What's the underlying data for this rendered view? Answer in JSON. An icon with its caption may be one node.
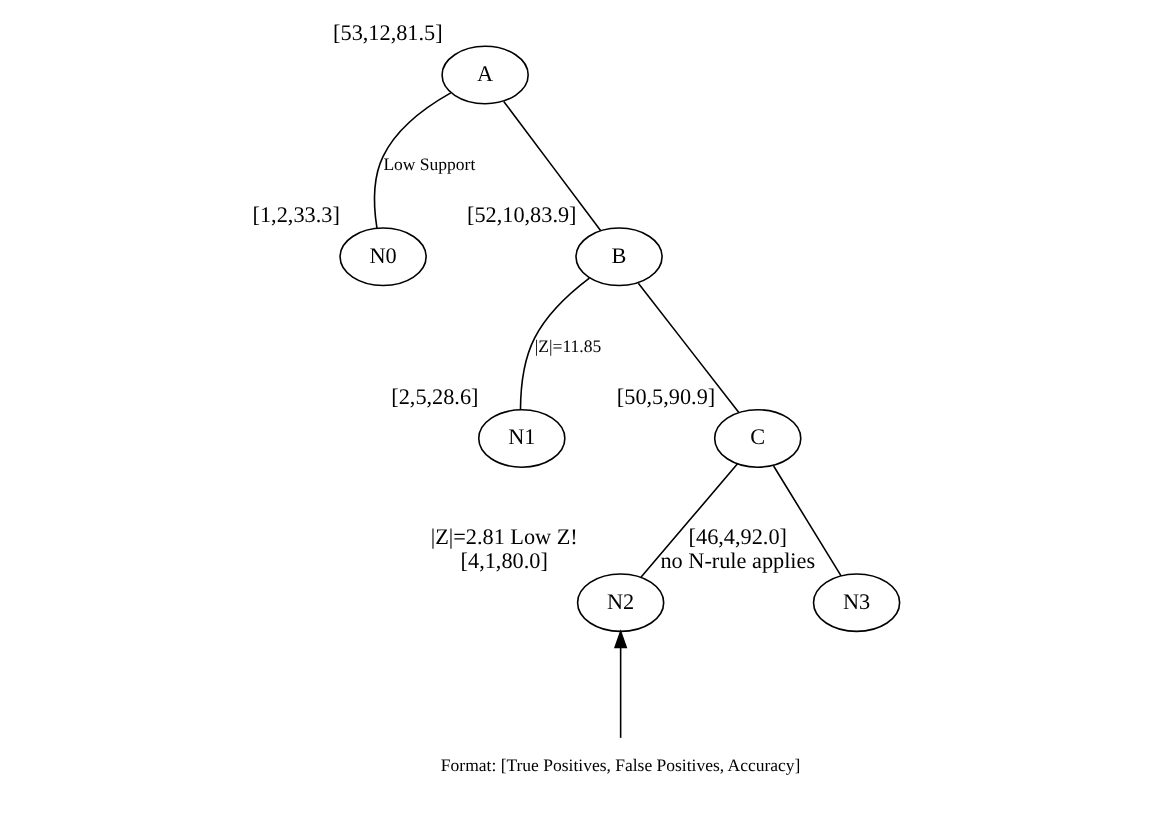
{
  "diagram": {
    "nodes": [
      {
        "text": [
          "A"
        ],
        "beside": [
          "[53,12,81.5]"
        ]
      },
      {
        "text": [
          "N0"
        ],
        "beside": [
          "[1,2,33.3]"
        ]
      },
      {
        "text": [
          "B"
        ],
        "beside": [
          "[52,10,83.9]"
        ]
      },
      {
        "text": [
          "N1"
        ],
        "beside": [
          "[2,5,28.6]"
        ]
      },
      {
        "text": [
          "C"
        ],
        "beside": [
          "[50,5,90.9]"
        ]
      },
      {
        "text": [
          "N2"
        ],
        "beside": [
          "|Z|=2.81 Low Z!",
          "[4,1,80.0]"
        ]
      },
      {
        "text": [
          "N3"
        ],
        "beside": [
          "[46,4,92.0]",
          "no N-rule applies"
        ]
      },
      {
        "text": [
          "Format: [True Positives, False Positives, Accuracy]"
        ]
      }
    ],
    "edges": [
      {
        "from": 0,
        "to": 1,
        "arrow": "none",
        "label": "Low Support"
      },
      {
        "from": 0,
        "to": 2,
        "arrow": "none"
      },
      {
        "from": 2,
        "to": 3,
        "arrow": "none",
        "label": "|Z|=11.85"
      },
      {
        "from": 2,
        "to": 4,
        "arrow": "none"
      },
      {
        "from": 4,
        "to": 5,
        "arrow": "none"
      },
      {
        "from": 4,
        "to": 6,
        "arrow": "none"
      },
      {
        "from": 7,
        "to": 5,
        "arrow": "to"
      }
    ]
  }
}
